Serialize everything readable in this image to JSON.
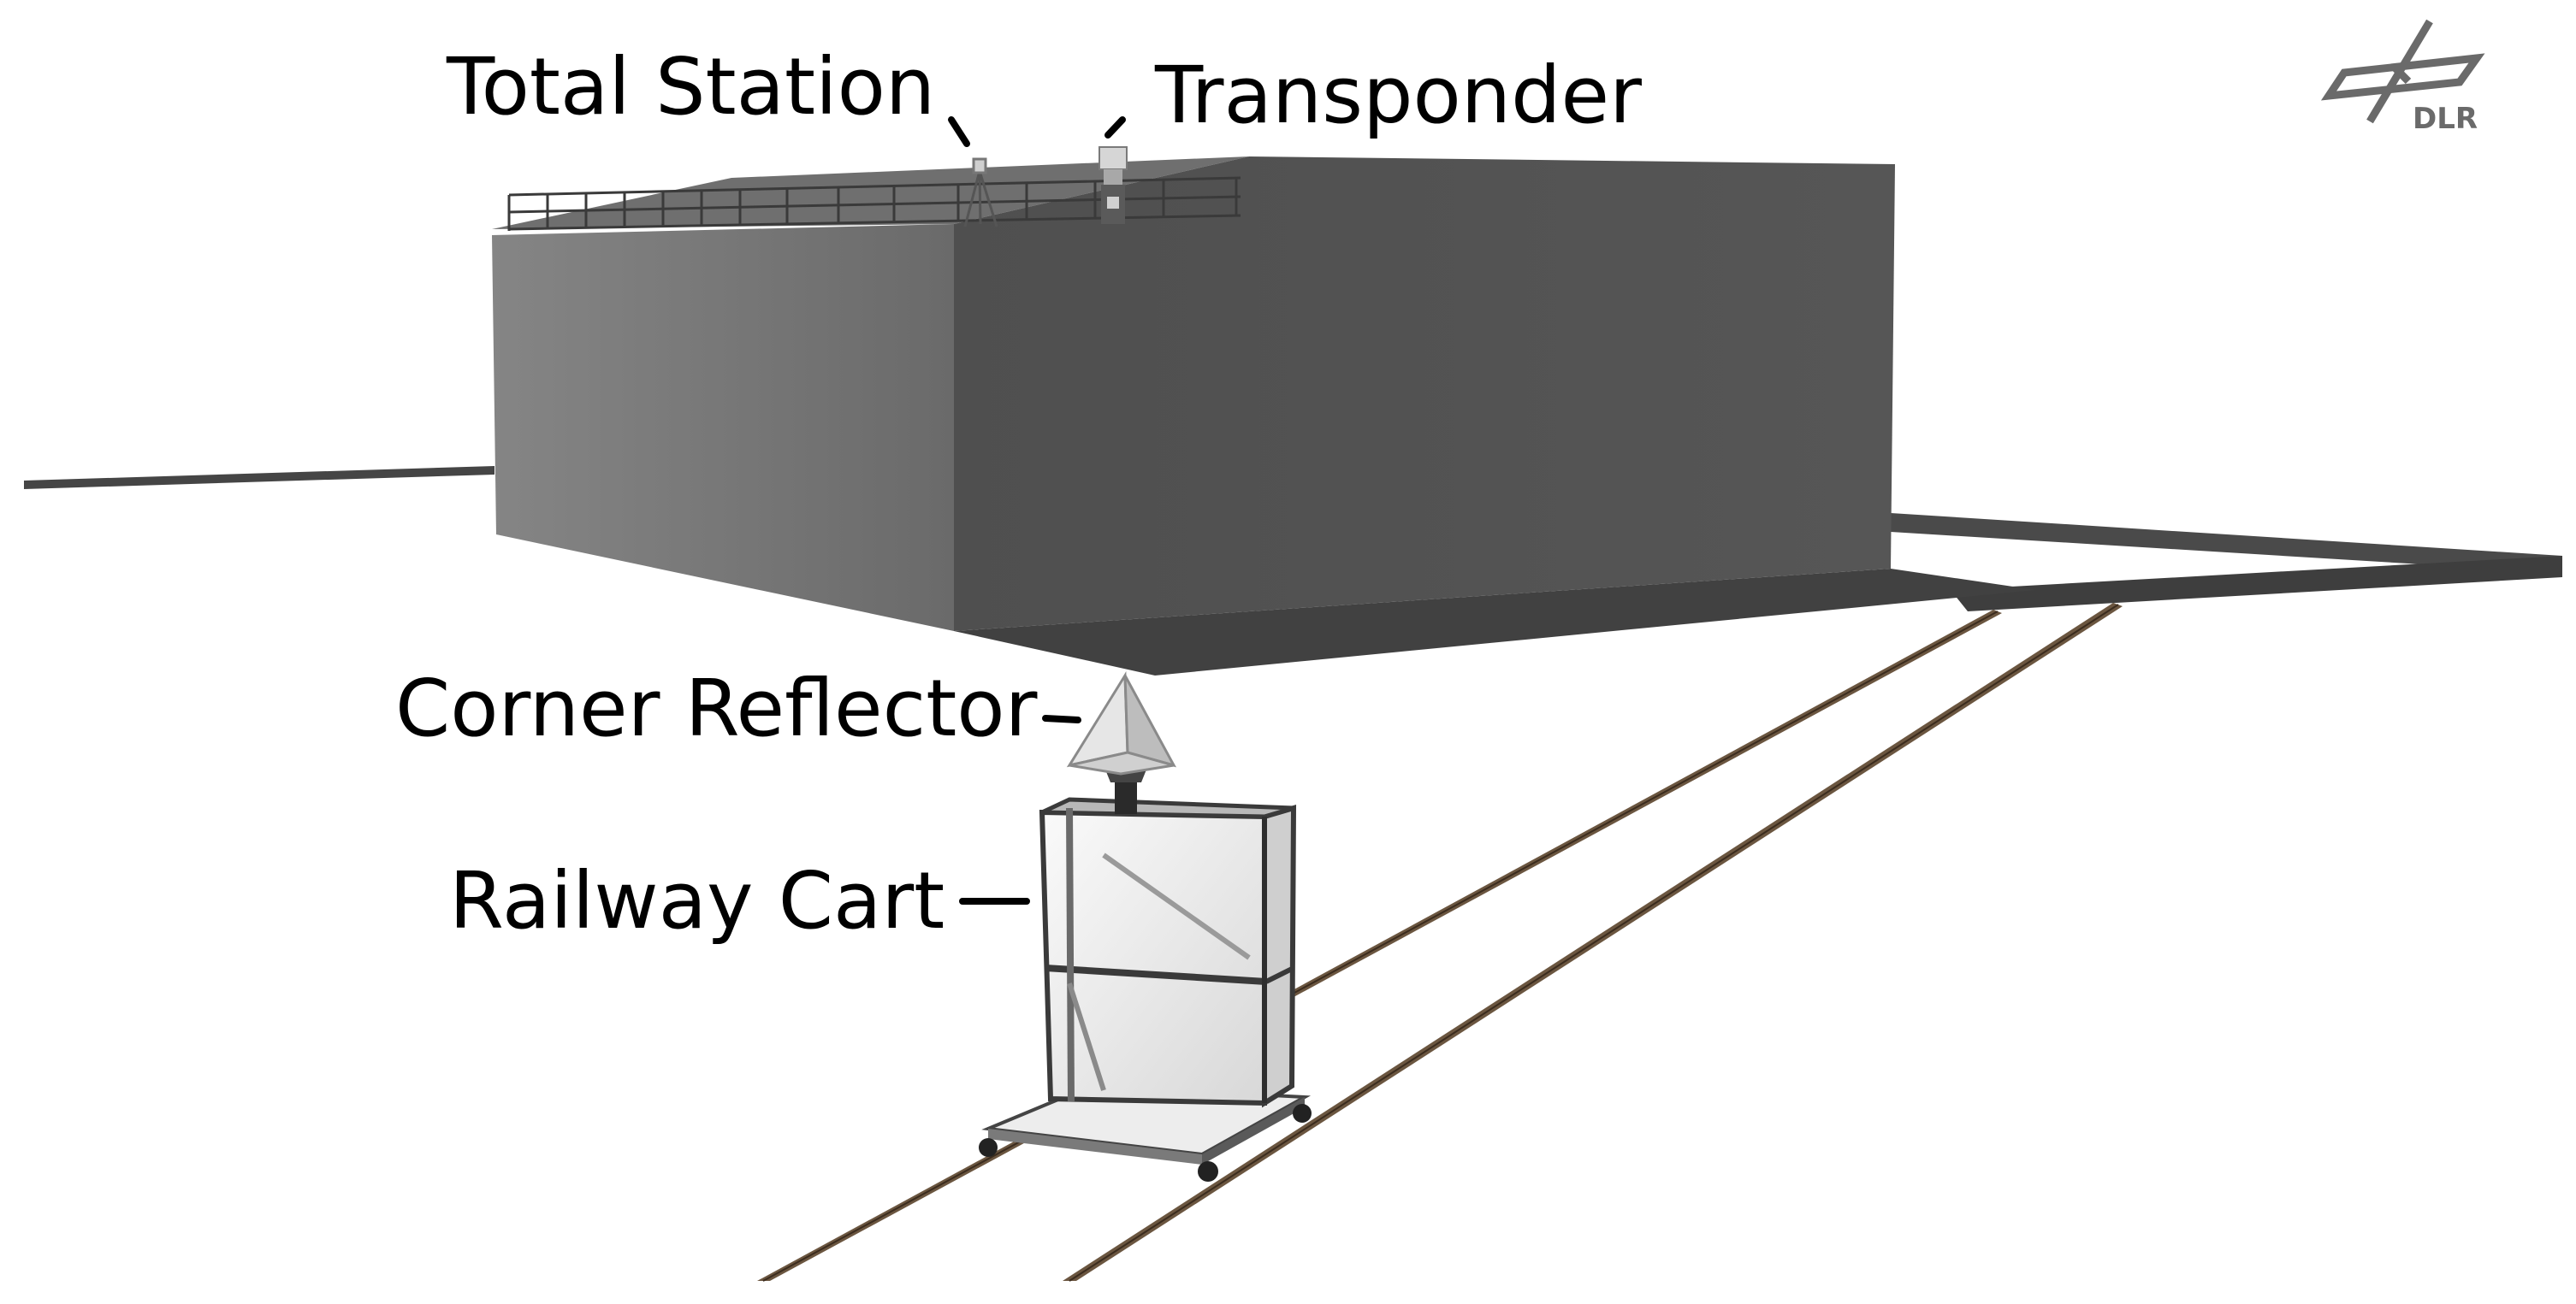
{
  "labels": {
    "total_station": "Total Station",
    "transponder": "Transponder",
    "corner_reflector": "Corner Reflector",
    "railway_cart": "Railway Cart"
  },
  "logo": {
    "text": "DLR",
    "icon": "dlr-logo-icon"
  },
  "colors": {
    "background": "#ffffff",
    "building_side": "#7c7c7c",
    "building_front": "#525252",
    "shadow": "#404040",
    "rail": "#6b5640",
    "label_text": "#000000",
    "logo_gray": "#6a6a6a"
  }
}
